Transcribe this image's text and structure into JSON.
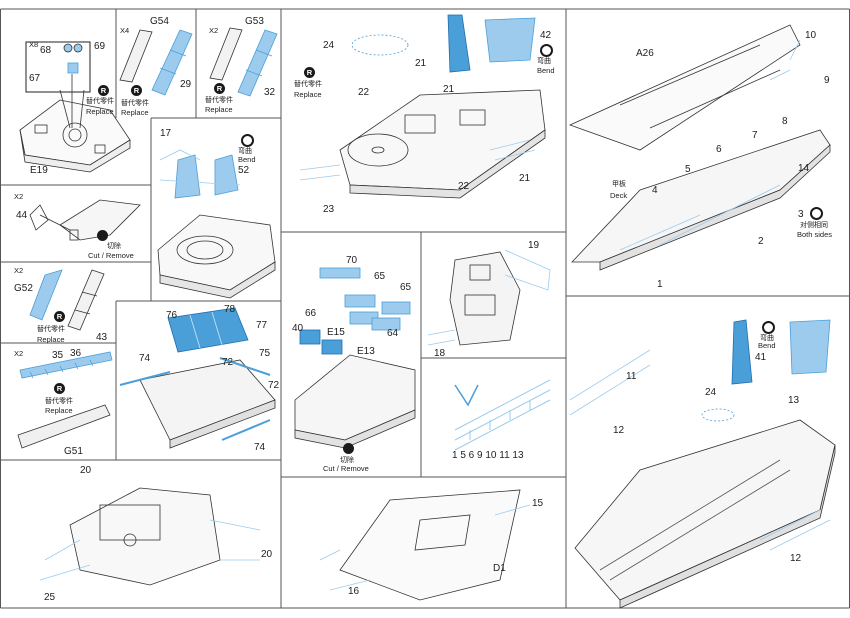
{
  "icons": {
    "replace": "replace-icon",
    "bend": "bend-icon",
    "remove": "remove-icon",
    "both_sides": "both-sides-icon"
  },
  "colors": {
    "photo_etch": "#4a9fd8",
    "photo_etch_light": "#9ccbee",
    "line": "#333333"
  },
  "panels": {
    "p1": {
      "mult": "X8",
      "part_a": "68",
      "part_b": "69",
      "part_c": "67",
      "sym": "R",
      "replace_cn": "替代零件",
      "replace_en": "Replace",
      "part_d": "E19"
    },
    "p2": {
      "mult": "X4",
      "part_a": "G54",
      "sym": "R",
      "part_b": "29",
      "replace_cn": "替代零件",
      "replace_en": "Replace"
    },
    "p3": {
      "mult": "X2",
      "part_a": "G53",
      "sym": "R",
      "part_b": "32",
      "replace_cn": "替代零件",
      "replace_en": "Replace"
    },
    "p4": {
      "part_a": "17",
      "bend_cn": "弯曲",
      "bend_en": "Bend",
      "part_b": "52"
    },
    "p5": {
      "mult": "X2",
      "part_a": "44",
      "remove_cn": "切除",
      "remove_en": "Cut / Remove"
    },
    "p6": {
      "mult": "X2",
      "part_a": "G52",
      "part_b": "43",
      "sym": "R",
      "replace_cn": "替代零件",
      "replace_en": "Replace"
    },
    "p7": {
      "mult": "X2",
      "part_a": "35",
      "part_b": "36",
      "sym": "R",
      "replace_cn": "替代零件",
      "replace_en": "Replace",
      "part_c": "G51"
    },
    "p8": {
      "a": "76",
      "b": "78",
      "c": "77",
      "d": "74",
      "e": "72",
      "f": "75",
      "g": "72",
      "h": "74"
    },
    "p9": {
      "a": "24",
      "b": "42",
      "bend_cn": "弯曲",
      "bend_en": "Bend",
      "sym": "R",
      "replace_cn": "替代零件",
      "replace_en": "Replace",
      "c": "21",
      "d": "22",
      "e": "21",
      "f": "23",
      "g": "22",
      "h": "21"
    },
    "p10": {
      "a": "70",
      "b": "65",
      "c": "65",
      "d": "66",
      "e": "E15",
      "f": "40",
      "g": "64",
      "h": "E13",
      "remove_cn": "切除",
      "remove_en": "Cut / Remove"
    },
    "p11": {
      "a": "19",
      "b": "18"
    },
    "p12": {
      "list": "1 5 6 9 10 11 13"
    },
    "p13": {
      "a": "10",
      "b": "A26",
      "c": "9",
      "d": "8",
      "e": "7",
      "f": "6",
      "g": "5",
      "h": "4",
      "deck_cn": "甲板",
      "deck_en": "Deck",
      "i": "14",
      "j": "3",
      "both_cn": "对侧相同",
      "both_en": "Both sides",
      "k": "2",
      "l": "1"
    },
    "p14": {
      "a": "20",
      "b": "20",
      "c": "25"
    },
    "p15": {
      "a": "15",
      "b": "D1",
      "c": "16"
    },
    "p16": {
      "a": "11",
      "b": "24",
      "bend_cn": "弯曲",
      "bend_en": "Bend",
      "c": "41",
      "d": "13",
      "e": "12",
      "f": "12"
    }
  }
}
